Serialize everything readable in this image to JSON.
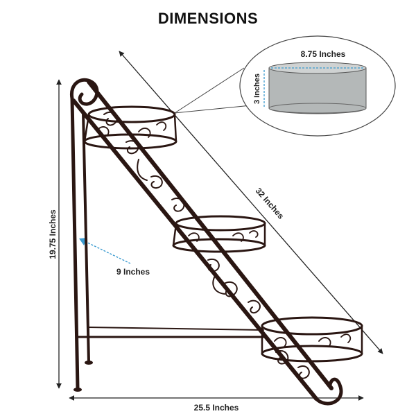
{
  "title": "DIMENSIONS",
  "dimensions": {
    "height": "19.75 Inches",
    "depth": "9 Inches",
    "width": "25.5 Inches",
    "diagonal": "32 Inches",
    "pot_diameter": "8.75 Inches",
    "pot_height": "3 Inches"
  },
  "colors": {
    "metal": "#2a1612",
    "lines": "#222222",
    "accent_dashed": "#3b9bd0",
    "pot_fill": "#b4b8b8"
  }
}
